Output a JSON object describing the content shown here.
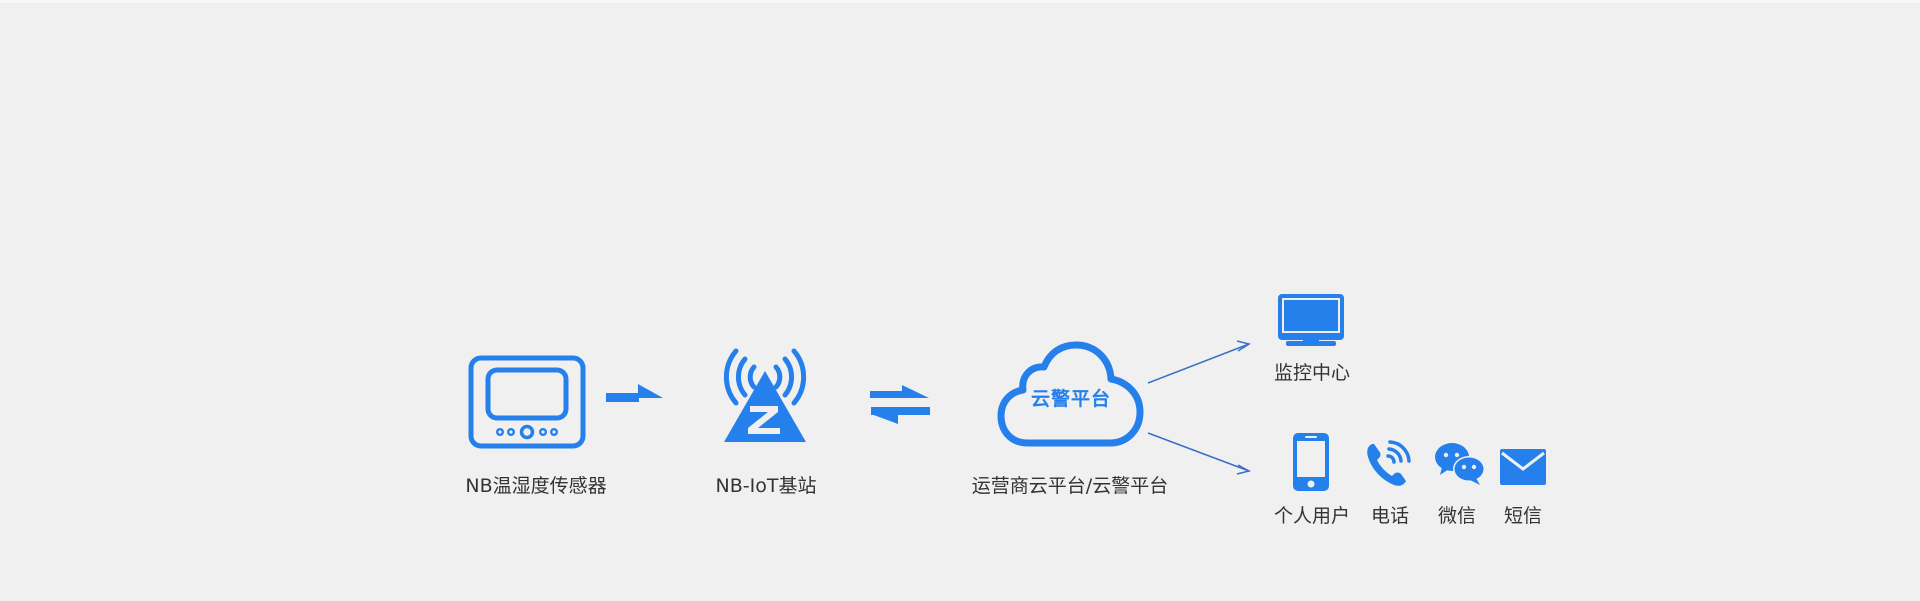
{
  "diagram": {
    "accent_color": "#2680eb",
    "line_color": "#3a6fc4",
    "background": "#f0f0f0",
    "nodes": [
      {
        "id": "sensor",
        "label": "NB温湿度传感器",
        "icon": "sensor-device-icon"
      },
      {
        "id": "base_station",
        "label": "NB-IoT基站",
        "icon": "signal-tower-icon"
      },
      {
        "id": "cloud",
        "label": "运营商云平台/云警平台",
        "icon": "cloud-icon",
        "inner_text": "云警平台"
      },
      {
        "id": "monitor_center",
        "label": "监控中心",
        "icon": "monitor-icon"
      }
    ],
    "endpoints": [
      {
        "id": "personal_user",
        "label": "个人用户",
        "icon": "smartphone-icon"
      },
      {
        "id": "phone_call",
        "label": "电话",
        "icon": "phone-call-icon"
      },
      {
        "id": "wechat",
        "label": "微信",
        "icon": "wechat-icon"
      },
      {
        "id": "sms",
        "label": "短信",
        "icon": "envelope-icon"
      }
    ],
    "edges": [
      {
        "from": "sensor",
        "to": "base_station",
        "type": "one-way"
      },
      {
        "from": "base_station",
        "to": "cloud",
        "type": "two-way"
      },
      {
        "from": "cloud",
        "to": "monitor_center",
        "type": "line-arrow"
      },
      {
        "from": "cloud",
        "to": "endpoints",
        "type": "line-arrow"
      }
    ]
  }
}
